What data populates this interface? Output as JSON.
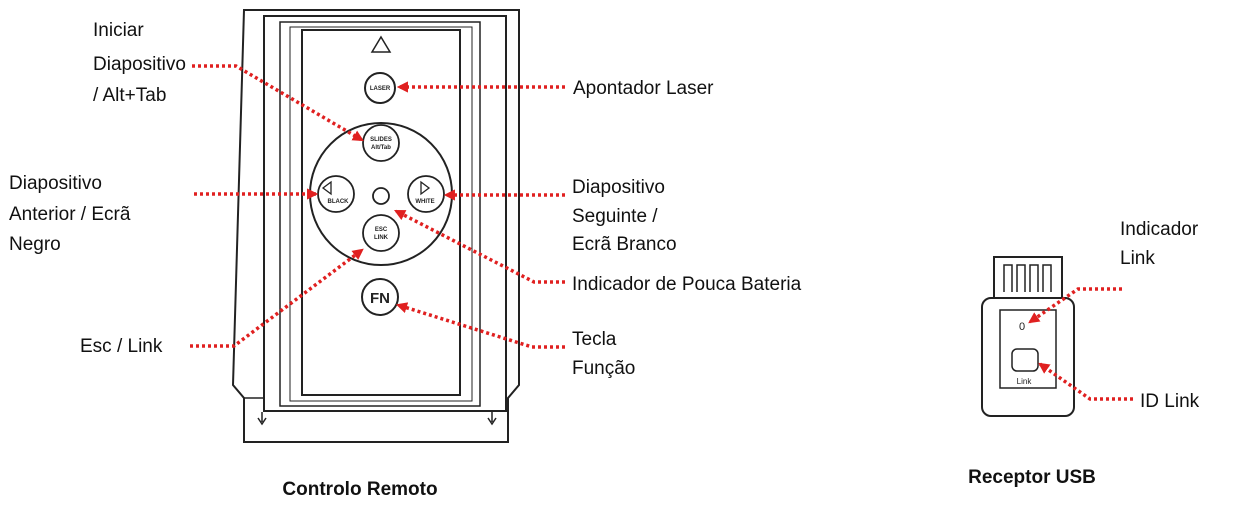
{
  "remote": {
    "caption": "Controlo Remoto",
    "buttons": {
      "laser": "LASER",
      "slides_line1": "SLIDES",
      "slides_line2": "Alt/Tab",
      "black": "BLACK",
      "white": "WHITE",
      "esc_line1": "ESC",
      "esc_line2": "LINK",
      "fn": "FN"
    },
    "labels": {
      "start_slideshow": [
        "Iniciar",
        "Diapositivo",
        "/ Alt+Tab"
      ],
      "laser_pointer": "Apontador Laser",
      "previous_slide": [
        "Diapositivo",
        "Anterior / Ecrã",
        "Negro"
      ],
      "next_slide": [
        "Diapositivo",
        "Seguinte /",
        "Ecrã Branco"
      ],
      "low_battery": "Indicador de Pouca Bateria",
      "esc_link": "Esc / Link",
      "function_key": [
        "Tecla",
        "Função"
      ]
    }
  },
  "receiver": {
    "caption": "Receptor USB",
    "led_mark": "0",
    "button_text": "Link",
    "labels": {
      "link_indicator": [
        "Indicador",
        "Link"
      ],
      "id_link": "ID Link"
    }
  },
  "colors": {
    "arrow": "#e02020",
    "line": "#222222"
  }
}
